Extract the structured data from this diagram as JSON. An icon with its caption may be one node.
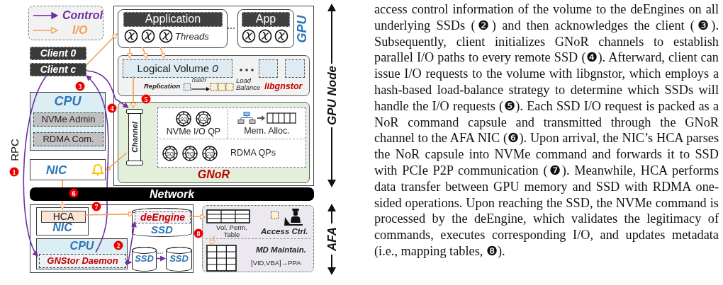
{
  "diagram": {
    "nodes": [
      {
        "text": [
          "GPU"
        ]
      },
      {
        "text": [
          "Application",
          "Threads"
        ],
        "in": 0
      },
      {
        "text": [
          "App"
        ],
        "in": 0
      },
      {
        "text": [
          "Replication",
          "hash",
          "Load Balance",
          "libgnstor"
        ],
        "in": 0
      },
      {
        "text": [
          "Logical Volume *0*"
        ],
        "in": 3
      },
      {
        "text": [],
        "shape": "box",
        "in": 3
      },
      {
        "text": [],
        "shape": "box",
        "in": 3
      },
      {
        "text": [
          "GNoR"
        ],
        "in": 0
      },
      {
        "text": [
          "Channel"
        ],
        "in": 7
      },
      {
        "text": [],
        "shape": "box",
        "in": 7
      },
      {
        "text": [
          "SQ",
          "CQ",
          "NVMe I/O QP"
        ],
        "in": 9
      },
      {
        "text": [
          "Mem. Alloc."
        ],
        "in": 9
      },
      {
        "text": [
          "SQ",
          "RQ",
          "CQ",
          "RDMA QPs"
        ],
        "in": 9
      },
      {
        "text": [
          "Client 0"
        ]
      },
      {
        "text": [
          "Client c"
        ]
      },
      {
        "text": [
          "CPU"
        ]
      },
      {
        "text": [
          "NVMe Admin"
        ],
        "in": 15
      },
      {
        "text": [
          "RDMA Com."
        ],
        "in": 15
      },
      {
        "text": [
          "NIC"
        ]
      },
      {
        "text": [
          "Network"
        ]
      },
      {
        "text": [],
        "shape": "box"
      },
      {
        "text": [
          "NIC"
        ],
        "in": 20
      },
      {
        "text": [
          "HCA"
        ],
        "in": 21
      },
      {
        "text": [
          "CPU"
        ],
        "in": 20
      },
      {
        "text": [
          "GNStor Daemon"
        ],
        "in": 23
      },
      {
        "text": [
          "SSD"
        ],
        "in": 20
      },
      {
        "text": [
          "deEngine"
        ],
        "in": 25
      },
      {
        "text": [
          "SSD"
        ],
        "in": 20
      },
      {
        "text": [
          "SSD"
        ],
        "in": 20
      },
      {
        "text": [
          "Access Ctrl.",
          "MD Maintain.",
          "[VID,VBA]→PPA"
        ]
      },
      {
        "text": [
          "Vol. Perm. Table"
        ],
        "in": 29
      },
      {
        "text": [],
        "shape": "box",
        "in": 29
      }
    ],
    "edges": [
      {
        "from": 14,
        "to": 24,
        "arrow": "to",
        "color": "#7030a0"
      },
      {
        "from": 24,
        "to": 26,
        "arrow": "to",
        "color": "#7030a0"
      },
      {
        "from": 24,
        "to": 27,
        "arrow": "to",
        "color": "#7030a0"
      },
      {
        "from": 27,
        "to": 28,
        "arrow": "to",
        "color": "#7030a0"
      },
      {
        "from": 24,
        "to": 19,
        "arrow": "none",
        "color": "#7030a0"
      },
      {
        "from": 14,
        "to": 8,
        "arrow": "to",
        "color": "#7030a0"
      },
      {
        "from": 14,
        "to": 1,
        "arrow": "to"
      },
      {
        "from": 1,
        "to": 4,
        "arrow": "to"
      },
      {
        "from": 1,
        "to": 4,
        "arrow": "to"
      },
      {
        "from": 1,
        "to": 4,
        "arrow": "to"
      },
      {
        "from": 4,
        "to": 8,
        "arrow": "to"
      },
      {
        "from": 8,
        "to": 18,
        "arrow": "to"
      },
      {
        "from": 18,
        "to": 19,
        "arrow": "none"
      },
      {
        "from": 22,
        "to": 26,
        "arrow": "to"
      },
      {
        "from": 26,
        "to": 30,
        "arrow": "to"
      },
      {
        "from": 30,
        "to": 31,
        "arrow": "to"
      },
      {
        "from": 19,
        "to": 14,
        "arrow": "to",
        "color": "#7030a0"
      },
      {
        "from": 19,
        "to": 22,
        "arrow": "to"
      }
    ],
    "labels": [
      "GPU Node",
      "1",
      "RPC",
      "3",
      "4",
      "5",
      "6",
      "7",
      "2",
      "8",
      "AFA",
      "access control information of the volume to the deEngines on all underlying SSDs (❷) and then acknowledges the client (❸). Subsequently, client initializes GNoR channels to establish parallel I/O paths to every remote SSD (❹). Afterward, client can issue I/O requests to the volume with libgnstor, which employs a hash-based load-balance strategy to determine which SSDs will handle the I/O requests (❺). Each SSD I/O request is packed as a NoR command capsule and transmitted through the GNoR channel to the AFA NIC (❻). Upon arrival, the NIC’s HCA parses the NoR capsule into NVMe command and forwards it to SSD with PCIe P2P communication (❼). Meanwhile, HCA performs data transfer between GPU memory and SSD with RDMA one-sided operations. Upon reaching the SSD, the NVMe command is processed by the deEngine, which validates the legitimacy of commands, executes corresponding I/O, and updates metadata (i.e., mapping tables, ❽)."
    ],
    "legend": [
      {
        "text": "Control"
      },
      {
        "text": "I/O"
      }
    ]
  }
}
